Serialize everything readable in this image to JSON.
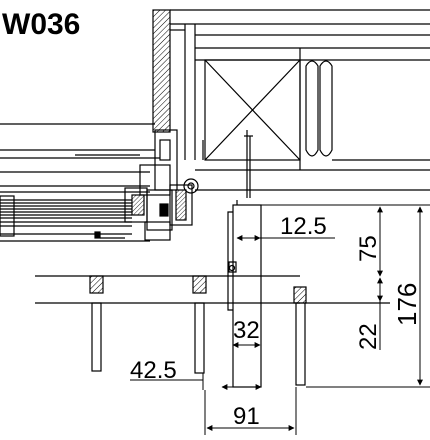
{
  "title": "W036",
  "dimensions": {
    "d_12_5": "12.5",
    "d_75": "75",
    "d_176": "176",
    "d_22": "22",
    "d_32": "32",
    "d_42_5": "42.5",
    "d_91": "91"
  }
}
